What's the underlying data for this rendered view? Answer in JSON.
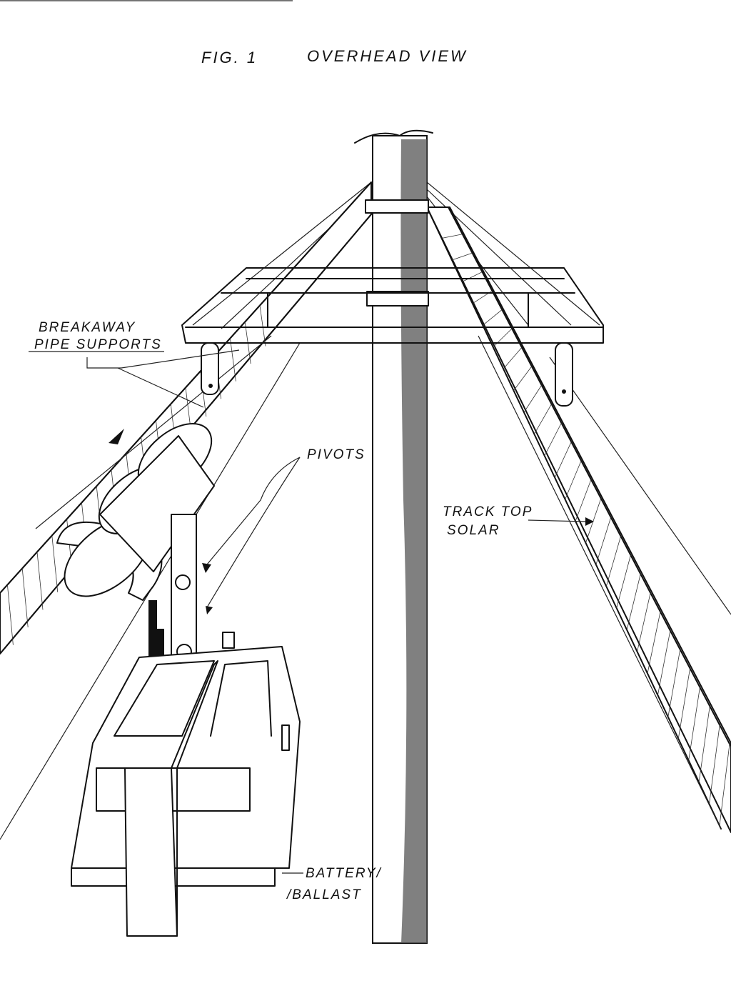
{
  "figure": {
    "number": "FIG. 1",
    "title": "OVERHEAD VIEW"
  },
  "labels": {
    "breakaway_line1": "BREAKAWAY",
    "breakaway_line2": "PIPE  SUPPORTS",
    "pivots": "PIVOTS",
    "track_line1": "TRACK TOP",
    "track_line2": "SOLAR",
    "battery_line1": "BATTERY/",
    "battery_line2": "/BALLAST"
  }
}
